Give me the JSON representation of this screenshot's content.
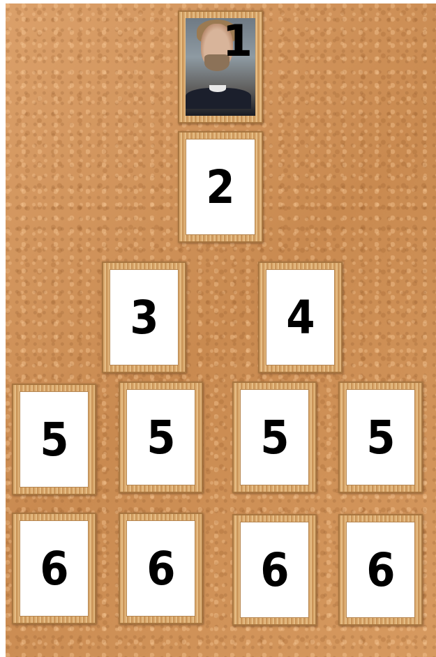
{
  "board": {
    "cards": [
      {
        "id": "card-1",
        "label": "1",
        "photo": true
      },
      {
        "id": "card-2",
        "label": "2"
      },
      {
        "id": "card-3",
        "label": "3"
      },
      {
        "id": "card-4",
        "label": "4"
      },
      {
        "id": "card-5a",
        "label": "5"
      },
      {
        "id": "card-5b",
        "label": "5"
      },
      {
        "id": "card-5c",
        "label": "5"
      },
      {
        "id": "card-5d",
        "label": "5"
      },
      {
        "id": "card-6a",
        "label": "6"
      },
      {
        "id": "card-6b",
        "label": "6"
      },
      {
        "id": "card-6c",
        "label": "6"
      },
      {
        "id": "card-6d",
        "label": "6"
      }
    ]
  }
}
